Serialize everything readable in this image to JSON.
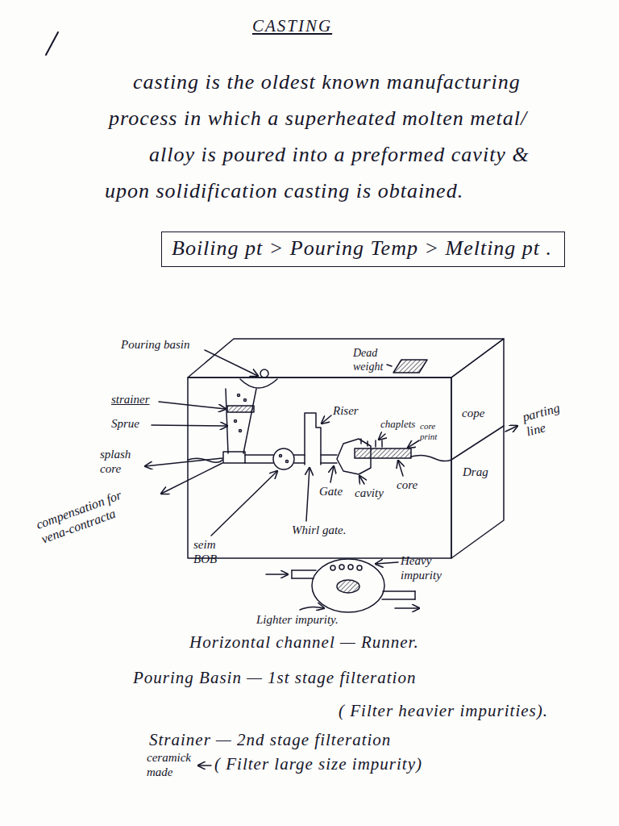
{
  "diagram": {
    "title": "CASTING",
    "nodes": [
      {
        "text": [
          "Boiling pt > Pouring Temp > Melting pt ."
        ]
      }
    ],
    "labels": [
      "casting is the oldest known manufacturing",
      "process in which a superheated molten metal/",
      "alloy is poured into a preformed cavity &",
      "upon solidification casting is obtained.",
      "Pouring basin",
      "Dead weight",
      "strainer",
      "Sprue",
      "splash core",
      "compensation for vena-contracta",
      "seim BOB",
      "Riser",
      "chaplets",
      "core print",
      "Gate",
      "cavity",
      "core",
      "cope",
      "Drag",
      "parting line",
      "Whirl gate.",
      "Heavy impurity",
      "Lighter impurity.",
      "Horizontal channel — Runner.",
      "Pouring Basin — 1st stage filteration",
      "( Filter heavier impurities).",
      "Strainer — 2nd stage filteration",
      "ceramick made",
      "( Filter large size impurity)"
    ]
  }
}
